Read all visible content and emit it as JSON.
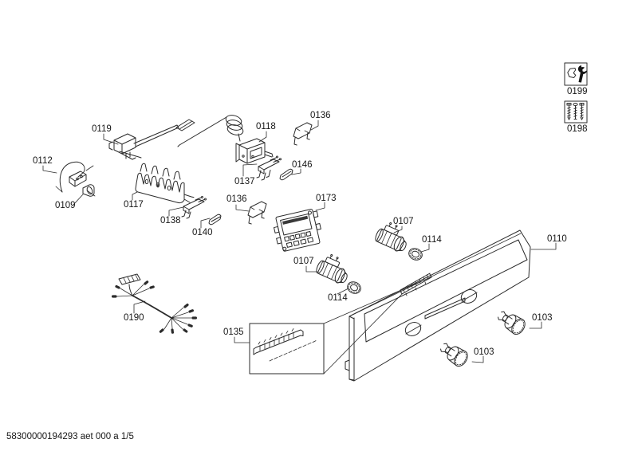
{
  "page": {
    "footer_ref": "58300000194293 aet 000 a 1/5"
  },
  "legend": {
    "tools": {
      "code": "0199",
      "icon": "wrench-icon"
    },
    "fasteners": {
      "code": "0198",
      "icon": "screws-icon"
    }
  },
  "labels": {
    "p0103a": "0103",
    "p0103b": "0103",
    "p0107a": "0107",
    "p0107b": "0107",
    "p0109": "0109",
    "p0110": "0110",
    "p0112": "0112",
    "p0114a": "0114",
    "p0114b": "0114",
    "p0117": "0117",
    "p0118": "0118",
    "p0119": "0119",
    "p0135": "0135",
    "p0136a": "0136",
    "p0136b": "0136",
    "p0137": "0137",
    "p0138": "0138",
    "p0140": "0140",
    "p0146": "0146",
    "p0173": "0173",
    "p0190": "0190"
  }
}
